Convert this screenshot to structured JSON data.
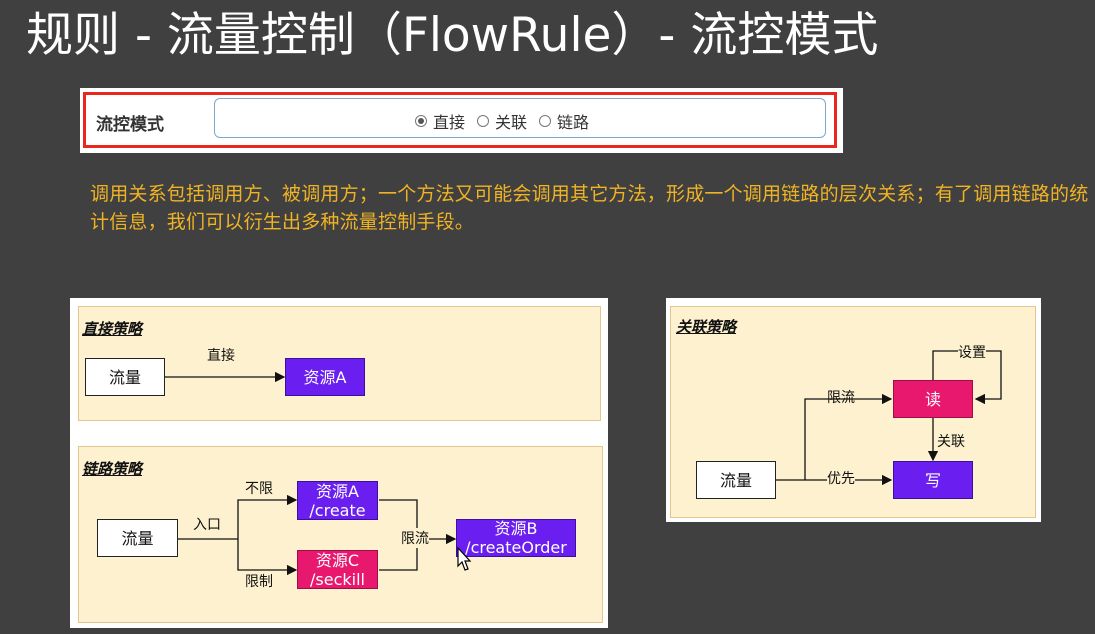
{
  "title": "规则 - 流量控制（FlowRule）- 流控模式",
  "mode": {
    "label": "流控模式",
    "options": [
      {
        "label": "直接",
        "checked": true
      },
      {
        "label": "关联",
        "checked": false
      },
      {
        "label": "链路",
        "checked": false
      }
    ]
  },
  "description": "调用关系包括调用方、被调用方；一个方法又可能会调用其它方法，形成一个调用链路的层次关系；有了调用链路的统计信息，我们可以衍生出多种流量控制手段。",
  "direct": {
    "title": "直接策略",
    "source": "流量",
    "edge": "直接",
    "target": "资源A"
  },
  "chain": {
    "title": "链路策略",
    "source": "流量",
    "entry": "入口",
    "upper_edge": "不限",
    "lower_edge": "限制",
    "nodeA_line1": "资源A",
    "nodeA_line2": "/create",
    "nodeC_line1": "资源C",
    "nodeC_line2": "/seckill",
    "limit_edge": "限流",
    "nodeB_line1": "资源B",
    "nodeB_line2": "/createOrder"
  },
  "related": {
    "title": "关联策略",
    "source": "流量",
    "read": "读",
    "write": "写",
    "set_edge": "设置",
    "limit_edge": "限流",
    "relate_edge": "关联",
    "priority_edge": "优先"
  }
}
